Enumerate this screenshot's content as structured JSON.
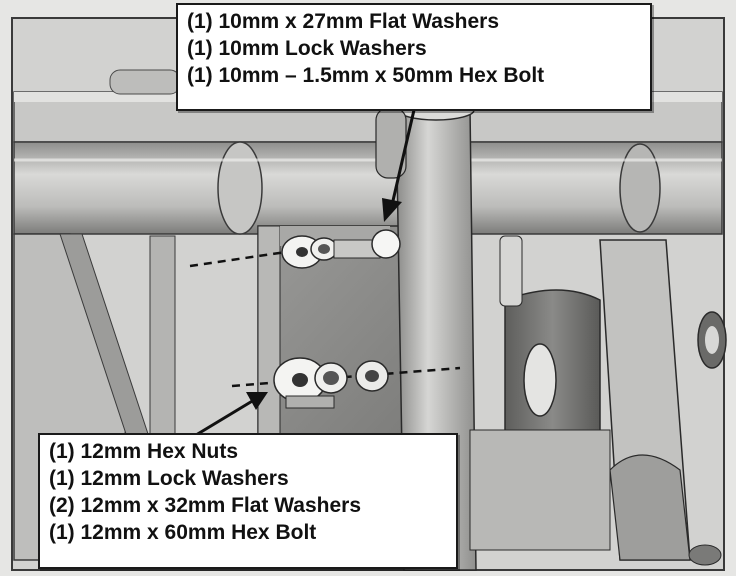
{
  "callouts": {
    "upper_bolt": {
      "lines": [
        "(1) 10mm x 27mm Flat Washers",
        "(1) 10mm Lock Washers",
        "(1) 10mm – 1.5mm x 50mm Hex Bolt"
      ]
    },
    "lower_bolt": {
      "lines": [
        "(1) 12mm Hex Nuts",
        "(1) 12mm Lock Washers",
        "(2) 12mm x 32mm Flat Washers",
        "(1) 12mm x 60mm Hex Bolt"
      ]
    }
  },
  "colors": {
    "steel_light": "#d4d4d2",
    "steel_mid": "#a9a9a7",
    "steel_dark": "#6e6e6c",
    "outline": "#2a2a2a",
    "washer": "#f4f4f2"
  }
}
